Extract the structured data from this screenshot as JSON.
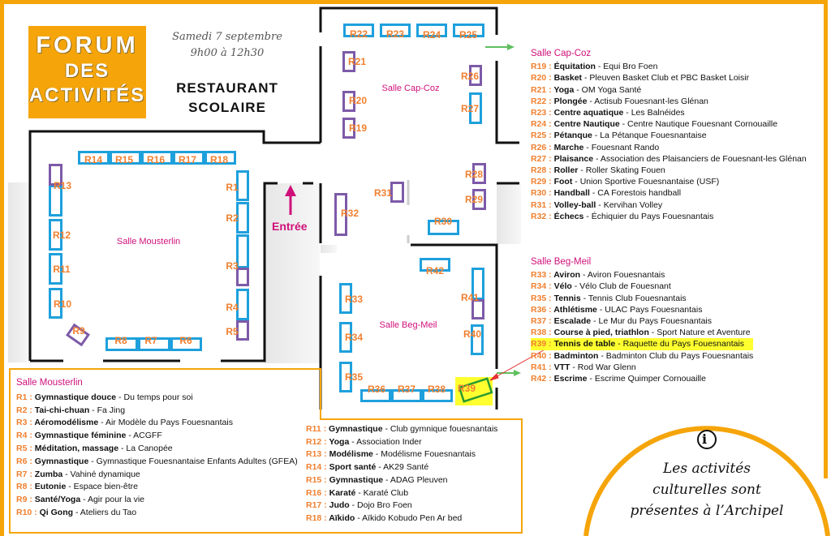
{
  "header": {
    "logo_line1": "FORUM",
    "logo_line2": "DES",
    "logo_line3": "ACTIVITÉS",
    "date": "Samedi 7 septembre",
    "time": "9h00 à 12h30",
    "venue_line1": "RESTAURANT",
    "venue_line2": "SCOLAIRE"
  },
  "map": {
    "entrance_label": "Entrée",
    "room_mousterlin": "Salle Mousterlin",
    "room_capcoz": "Salle Cap-Coz",
    "room_begmeil": "Salle Beg-Meil",
    "highlighted_stand": "R39"
  },
  "legends": {
    "capcoz": {
      "title": "Salle Cap-Coz",
      "items": [
        {
          "id": "R19",
          "activity": "Équitation",
          "club": "Equi Bro Foen"
        },
        {
          "id": "R20",
          "activity": "Basket",
          "club": "Pleuven Basket Club et PBC Basket Loisir"
        },
        {
          "id": "R21",
          "activity": "Yoga",
          "club": "OM Yoga Santé"
        },
        {
          "id": "R22",
          "activity": "Plongée",
          "club": "Actisub Fouesnant-les Glénan"
        },
        {
          "id": "R23",
          "activity": "Centre aquatique",
          "club": "Les Balnéides"
        },
        {
          "id": "R24",
          "activity": "Centre Nautique",
          "club": "Centre Nautique Fouesnant Cornouaille"
        },
        {
          "id": "R25",
          "activity": "Pétanque",
          "club": "La Pétanque Fouesnantaise"
        },
        {
          "id": "R26",
          "activity": "Marche",
          "club": "Fouesnant Rando"
        },
        {
          "id": "R27",
          "activity": "Plaisance",
          "club": "Association des Plaisanciers de Fouesnant-les Glénan"
        },
        {
          "id": "R28",
          "activity": "Roller",
          "club": "Roller Skating Fouen"
        },
        {
          "id": "R29",
          "activity": "Foot",
          "club": "Union Sportive Fouesnantaise (USF)"
        },
        {
          "id": "R30",
          "activity": "Handball",
          "club": "CA Forestois handball"
        },
        {
          "id": "R31",
          "activity": "Volley-ball",
          "club": "Kervihan Volley"
        },
        {
          "id": "R32",
          "activity": "Échecs",
          "club": "Échiquier du Pays Fouesnantais"
        }
      ]
    },
    "begmeil": {
      "title": "Salle Beg-Meil",
      "items": [
        {
          "id": "R33",
          "activity": "Aviron",
          "club": "Aviron Fouesnantais"
        },
        {
          "id": "R34",
          "activity": "Vélo",
          "club": "Vélo Club de Fouesnant"
        },
        {
          "id": "R35",
          "activity": "Tennis",
          "club": "Tennis Club Fouesnantais"
        },
        {
          "id": "R36",
          "activity": "Athlétisme",
          "club": "ULAC Pays Fouesnantais"
        },
        {
          "id": "R37",
          "activity": "Escalade",
          "club": "Le Mur du Pays Fouesnantais"
        },
        {
          "id": "R38",
          "activity": "Course à pied, triathlon",
          "club": "Sport Nature et Aventure"
        },
        {
          "id": "R39",
          "activity": "Tennis de table",
          "club": "Raquette du Pays Fouesnantais"
        },
        {
          "id": "R40",
          "activity": "Badminton",
          "club": "Badminton Club du Pays Fouesnantais"
        },
        {
          "id": "R41",
          "activity": "VTT",
          "club": "Rod War Glenn"
        },
        {
          "id": "R42",
          "activity": "Escrime",
          "club": "Escrime Quimper Cornouaille"
        }
      ]
    },
    "mousterlin": {
      "title": "Salle Mousterlin",
      "items": [
        {
          "id": "R1",
          "activity": "Gymnastique douce",
          "club": "Du temps pour soi"
        },
        {
          "id": "R2",
          "activity": "Tai-chi-chuan",
          "club": "Fa Jing"
        },
        {
          "id": "R3",
          "activity": "Aéromodélisme",
          "club": "Air Modèle du Pays Fouesnantais"
        },
        {
          "id": "R4",
          "activity": "Gymnastique féminine",
          "club": "ACGFF"
        },
        {
          "id": "R5",
          "activity": "Méditation, massage",
          "club": "La Canopée"
        },
        {
          "id": "R6",
          "activity": "Gymnastique",
          "club": "Gymnastique Fouesnantaise Enfants Adultes (GFEA)"
        },
        {
          "id": "R7",
          "activity": "Zumba",
          "club": "Vahiné dynamique"
        },
        {
          "id": "R8",
          "activity": "Eutonie",
          "club": "Espace bien-être"
        },
        {
          "id": "R9",
          "activity": "Santé/Yoga",
          "club": "Agir pour la vie"
        },
        {
          "id": "R10",
          "activity": "Qi Gong",
          "club": "Ateliers du Tao"
        }
      ]
    },
    "mousterlin2": {
      "items": [
        {
          "id": "R11",
          "activity": "Gymnastique",
          "club": "Club gymnique fouesnantais"
        },
        {
          "id": "R12",
          "activity": "Yoga",
          "club": "Association Inder"
        },
        {
          "id": "R13",
          "activity": "Modélisme",
          "club": "Modélisme Fouesnantais"
        },
        {
          "id": "R14",
          "activity": "Sport santé",
          "club": "AK29 Santé"
        },
        {
          "id": "R15",
          "activity": "Gymnastique",
          "club": "ADAG Pleuven"
        },
        {
          "id": "R16",
          "activity": "Karaté",
          "club": "Karaté Club"
        },
        {
          "id": "R17",
          "activity": "Judo",
          "club": "Dojo Bro Foen"
        },
        {
          "id": "R18",
          "activity": "Aïkido",
          "club": "Aïkido Kobudo Pen Ar bed"
        }
      ]
    }
  },
  "info": {
    "icon": "info-icon",
    "line1": "Les activités",
    "line2": "culturelles sont",
    "line3": "présentes à l’Archipel"
  },
  "colors": {
    "orange": "#f5a50a",
    "blue": "#1ea0dc",
    "purple": "#7d5aa8",
    "pink": "#d0107a",
    "label": "#f08030",
    "highlight": "#ffff30"
  }
}
